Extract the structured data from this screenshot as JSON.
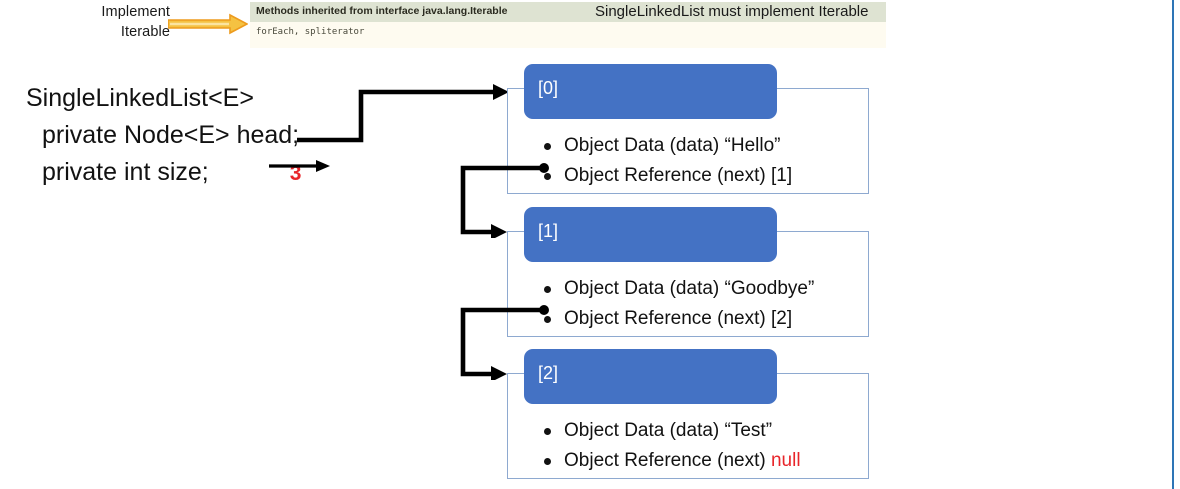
{
  "annotation": {
    "implement_label_line1": "Implement",
    "implement_label_line2": "Iterable",
    "arrow_color": "#ED9B1E"
  },
  "javadoc": {
    "header_title": "Methods inherited from interface java.lang.Iterable",
    "header_note": "SingleLinkedList must implement Iterable",
    "methods": "forEach, spliterator",
    "header_bg": "#DEE3D2",
    "body_bg": "#FEFBF0"
  },
  "class_block": {
    "line1": "SingleLinkedList<E>",
    "line2": "private Node<E> head;",
    "line3": "private int size;",
    "size_value": "3",
    "size_value_color": "#E8252A"
  },
  "nodes": [
    {
      "index_label": "[0]",
      "data_line": "Object Data (data) “Hello”",
      "next_prefix": "Object Reference (next) ",
      "next_value": "[1]",
      "next_is_null": false
    },
    {
      "index_label": "[1]",
      "data_line": "Object Data (data) “Goodbye”",
      "next_prefix": "Object Reference (next) ",
      "next_value": "[2]",
      "next_is_null": false
    },
    {
      "index_label": "[2]",
      "data_line": "Object Data (data) “Test”",
      "next_prefix": "Object Reference (next) ",
      "next_value": "null",
      "next_is_null": true
    }
  ],
  "colors": {
    "node_header_blue": "#4472C4",
    "node_border_blue": "#8EA9D0",
    "connector_black": "#000000",
    "slide_edge_blue": "#2E75B6"
  }
}
